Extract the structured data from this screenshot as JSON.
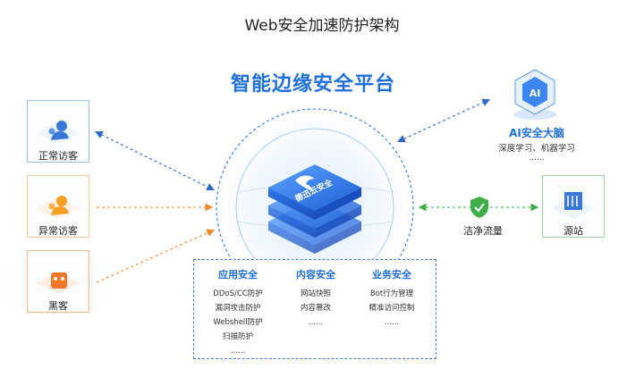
{
  "title": "Web安全加速防护架构",
  "platform": {
    "title": "智能边缘安全平台",
    "logo_text": "德迅云安全"
  },
  "sources": [
    {
      "label": "正常访客",
      "color": "#3a78d8",
      "arrow_color": "#2d67c8"
    },
    {
      "label": "异常访客",
      "color": "#f5a023",
      "arrow_color": "#f08a30"
    },
    {
      "label": "黑客",
      "color": "#f0772a",
      "arrow_color": "#f08a30"
    }
  ],
  "ai": {
    "badge": "AI",
    "title": "AI安全大脑",
    "subtitle": "深度学习、机器学习",
    "dots": "......"
  },
  "clean_traffic": {
    "label": "洁净流量",
    "color": "#3fae49"
  },
  "origin": {
    "label": "源站",
    "color": "#6dc06f"
  },
  "services": [
    {
      "heading": "应用安全",
      "items": [
        "DDoS/CC防护",
        "漏洞攻击防护",
        "Webshell防护",
        "扫描防护",
        "......"
      ]
    },
    {
      "heading": "内容安全",
      "items": [
        "网站快照",
        "内容篡改",
        "......"
      ]
    },
    {
      "heading": "业务安全",
      "items": [
        "Bot行为管理",
        "精准访问控制",
        "......"
      ]
    }
  ],
  "colors": {
    "accent": "#1e6fdc",
    "dashed": "#3b7de0"
  }
}
